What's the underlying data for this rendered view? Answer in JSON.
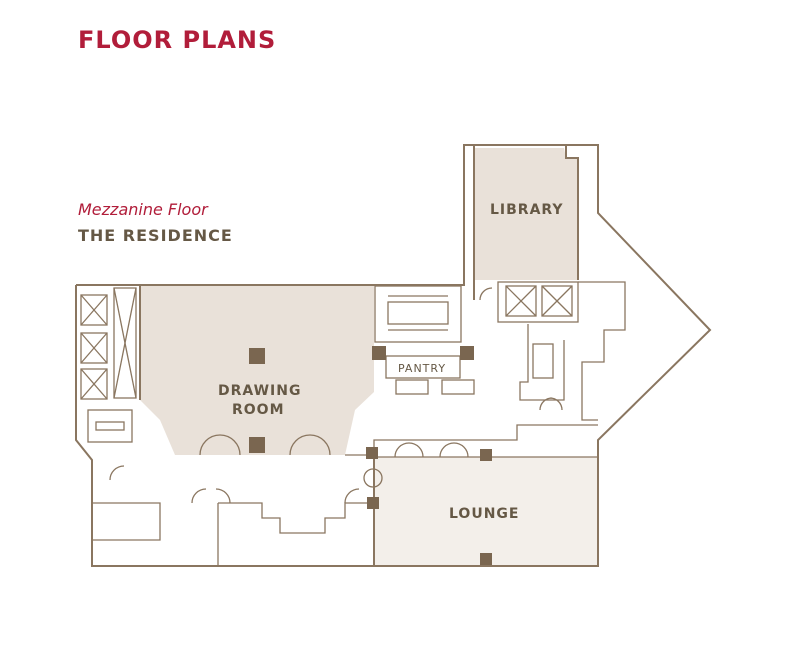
{
  "header": {
    "title": "FLOOR PLANS"
  },
  "floor": {
    "name": "Mezzanine Floor",
    "building": "THE RESIDENCE"
  },
  "rooms": {
    "library": "LIBRARY",
    "drawing_room_1": "DRAWING",
    "drawing_room_2": "ROOM",
    "pantry": "PANTRY",
    "lounge": "LOUNGE"
  },
  "colors": {
    "accent": "#b11d3a",
    "wall": "#8a7660",
    "room_fill": "#e9e1d9",
    "lounge_fill": "#f3efea",
    "text": "#655845"
  }
}
